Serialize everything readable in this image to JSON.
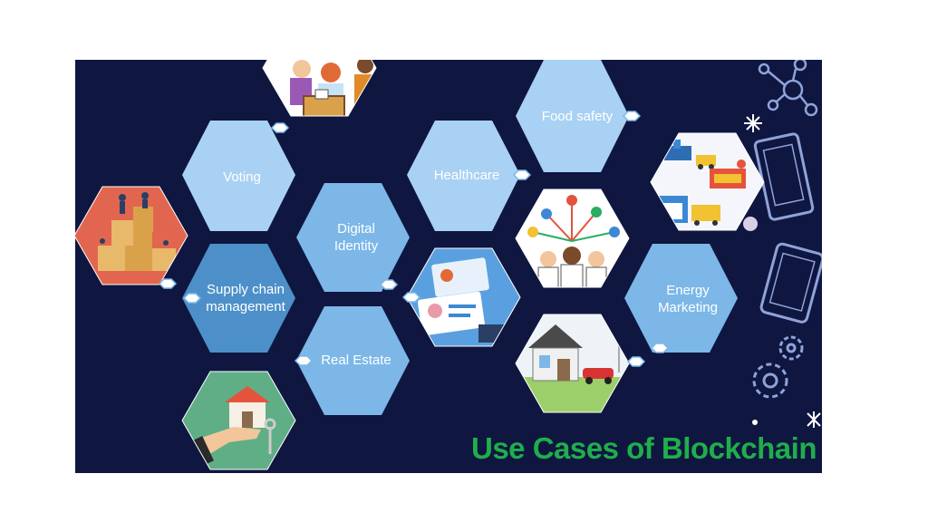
{
  "slide": {
    "title": "Use Cases of Blockchain",
    "title_color": "#1fae4b",
    "background": "#0f1640",
    "hex_light": "#a9d1f3",
    "hex_mid": "#7cb7e8",
    "hex_dark": "#4d90c9"
  },
  "tiles": {
    "voting": "Voting",
    "food_safety": "Food safety",
    "healthcare": "Healthcare",
    "digital_identity_1": "Digital",
    "digital_identity_2": "Identity",
    "supply_chain_1": "Supply chain",
    "supply_chain_2": "management",
    "energy_1": "Energy",
    "energy_2": "Marketing",
    "real_estate": "Real Estate"
  },
  "images": [
    "people-voting-ballot-box",
    "warehouse-trucks-logistics",
    "coins-and-boxes-finance",
    "medical-staff-network",
    "digital-id-cards",
    "house-electric-car-solar",
    "house-key-handover"
  ],
  "decor_icons": [
    "molecule-network-icon",
    "tablet-outline-icon",
    "smartphone-outline-icon",
    "gears-icon",
    "sparkle-icon"
  ]
}
